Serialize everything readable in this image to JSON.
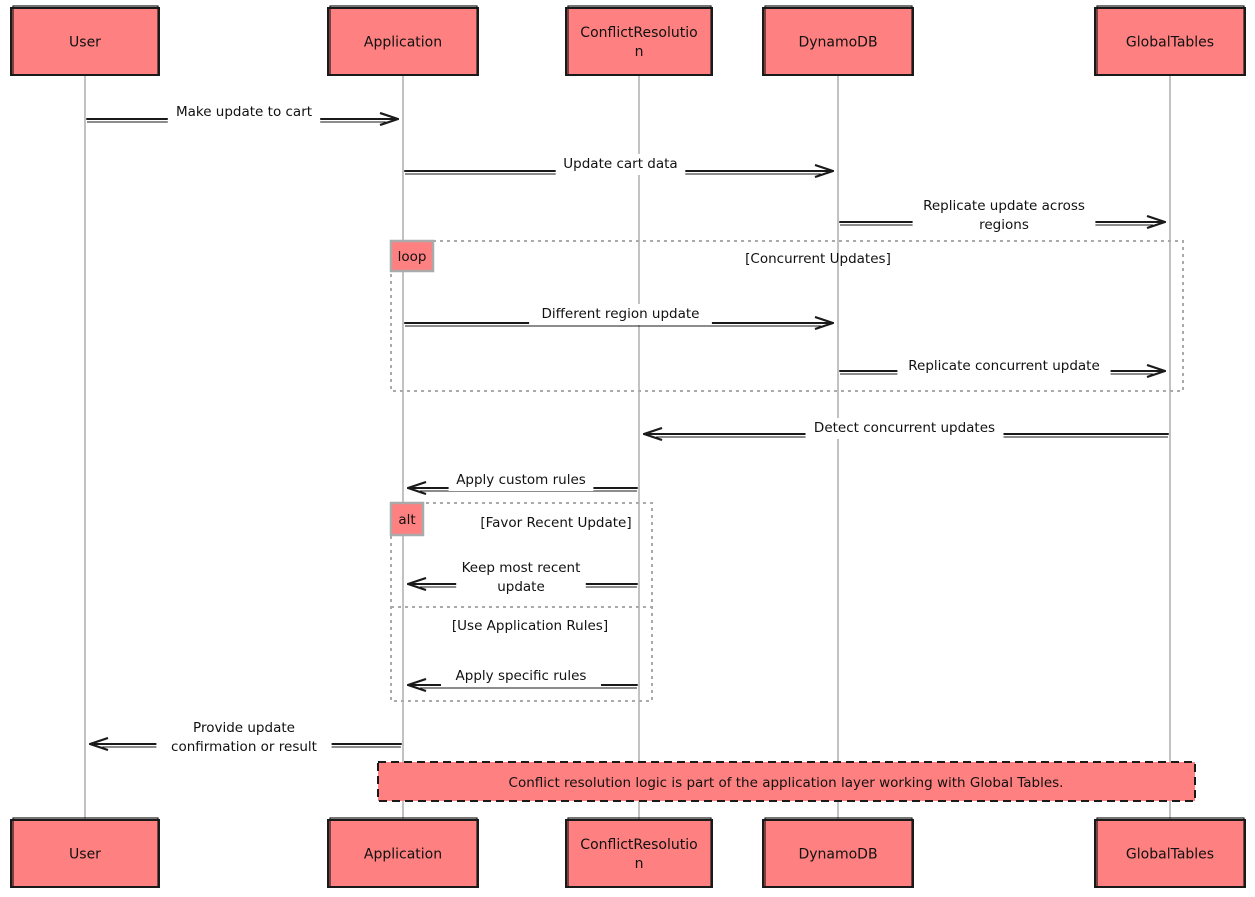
{
  "actors": [
    {
      "label_lines": [
        "User"
      ]
    },
    {
      "label_lines": [
        "Application"
      ]
    },
    {
      "label_lines": [
        "ConflictResolutio",
        "n"
      ]
    },
    {
      "label_lines": [
        "DynamoDB"
      ]
    },
    {
      "label_lines": [
        "GlobalTables"
      ]
    }
  ],
  "messages": [
    {
      "from": 0,
      "to": 1,
      "lines": [
        "Make update to cart"
      ]
    },
    {
      "from": 1,
      "to": 3,
      "lines": [
        "Update cart data"
      ]
    },
    {
      "from": 3,
      "to": 4,
      "lines": [
        "Replicate update across",
        "regions"
      ]
    },
    {
      "from": 1,
      "to": 3,
      "lines": [
        "Different region update"
      ]
    },
    {
      "from": 3,
      "to": 4,
      "lines": [
        "Replicate concurrent update"
      ]
    },
    {
      "from": 4,
      "to": 2,
      "lines": [
        "Detect concurrent updates"
      ]
    },
    {
      "from": 2,
      "to": 1,
      "lines": [
        "Apply custom rules"
      ]
    },
    {
      "from": 2,
      "to": 1,
      "lines": [
        "Keep most recent",
        "update"
      ]
    },
    {
      "from": 2,
      "to": 1,
      "lines": [
        "Apply specific rules"
      ]
    },
    {
      "from": 1,
      "to": 0,
      "lines": [
        "Provide update",
        "confirmation or result"
      ]
    }
  ],
  "loop_frame": {
    "tag": "loop",
    "condition": "[Concurrent Updates]"
  },
  "alt_frame": {
    "tag": "alt",
    "condition": "[Favor Recent Update]",
    "else_condition": "[Use Application Rules]"
  },
  "note": {
    "text": "Conflict resolution logic is part of the application layer working with Global Tables."
  },
  "colors": {
    "actor_fill": "#ff8080",
    "stroke": "#1a1a1a",
    "frame": "#aaaaaa"
  }
}
